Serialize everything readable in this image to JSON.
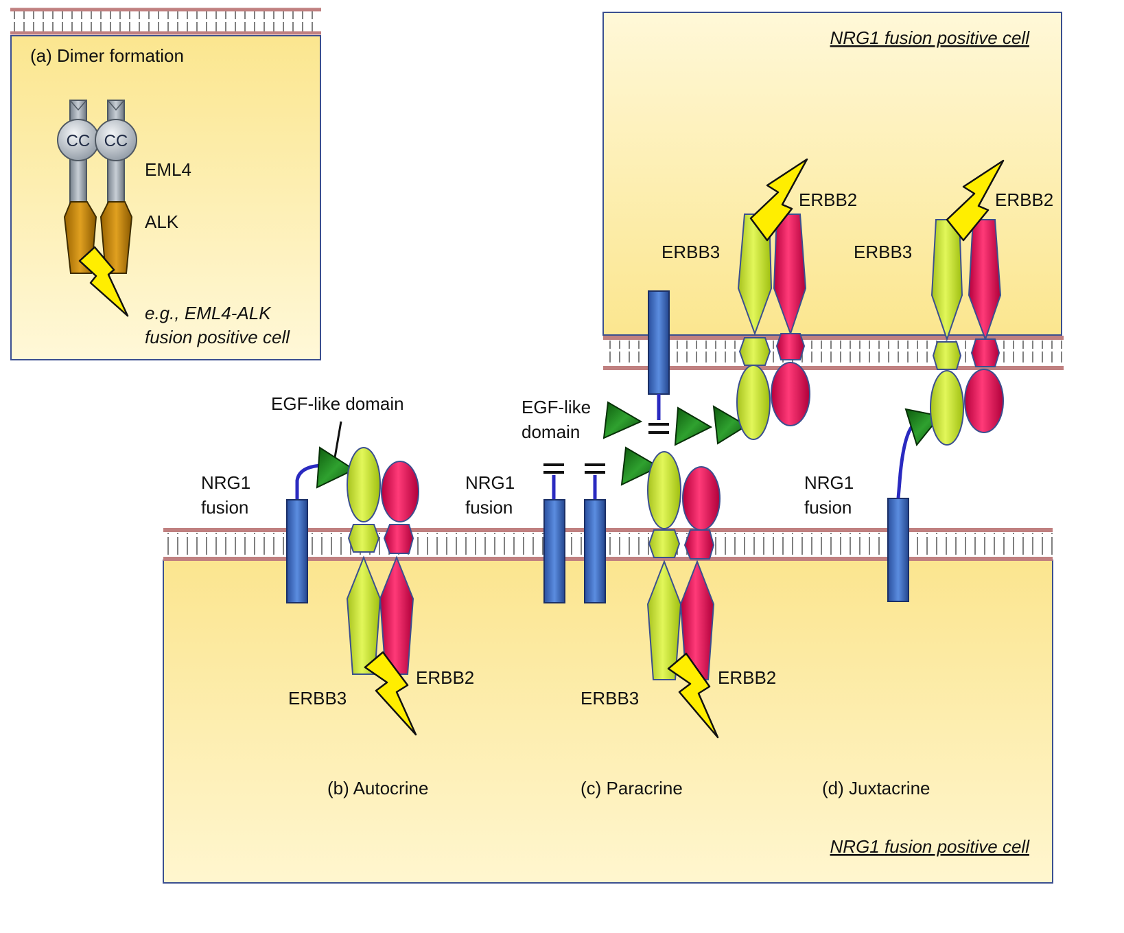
{
  "panel_a": {
    "title": "(a) Dimer formation",
    "eml4": "EML4",
    "alk": "ALK",
    "cc_left": "CC",
    "cc_right": "CC",
    "caption_line1": "e.g., EML4-ALK",
    "caption_line2": "fusion positive cell"
  },
  "top_cell": {
    "label": "NRG1 fusion positive cell",
    "paracrine_erbb3": "ERBB3",
    "paracrine_erbb2": "ERBB2",
    "juxtacrine_erbb3": "ERBB3",
    "juxtacrine_erbb2": "ERBB2"
  },
  "bottom_cell": {
    "label": "NRG1 fusion positive cell"
  },
  "autocrine": {
    "egf_label": "EGF-like domain",
    "nrg1_line1": "NRG1",
    "nrg1_line2": "fusion",
    "erbb3": "ERBB3",
    "erbb2": "ERBB2",
    "caption": "(b) Autocrine"
  },
  "paracrine": {
    "egf_line1": "EGF-like",
    "egf_line2": "domain",
    "nrg1_line1": "NRG1",
    "nrg1_line2": "fusion",
    "erbb3": "ERBB3",
    "erbb2": "ERBB2",
    "caption": "(c) Paracrine"
  },
  "juxtacrine": {
    "nrg1_line1": "NRG1",
    "nrg1_line2": "fusion",
    "caption": "(d) Juxtacrine"
  },
  "colors": {
    "cell_fill_top": "#fff6cf",
    "cell_fill_bottom": "#fbe58f",
    "cell_border": "#3b4f8f",
    "membrane_line": "#c08080",
    "erbb3": "#c6e634",
    "erbb2": "#e8145a",
    "nrg1_bar": "#3b6fc4",
    "egf_domain": "#1f7a1f",
    "lightning": "#ffee00",
    "alk": "#c98a08",
    "eml4": "#9aa3ad"
  }
}
